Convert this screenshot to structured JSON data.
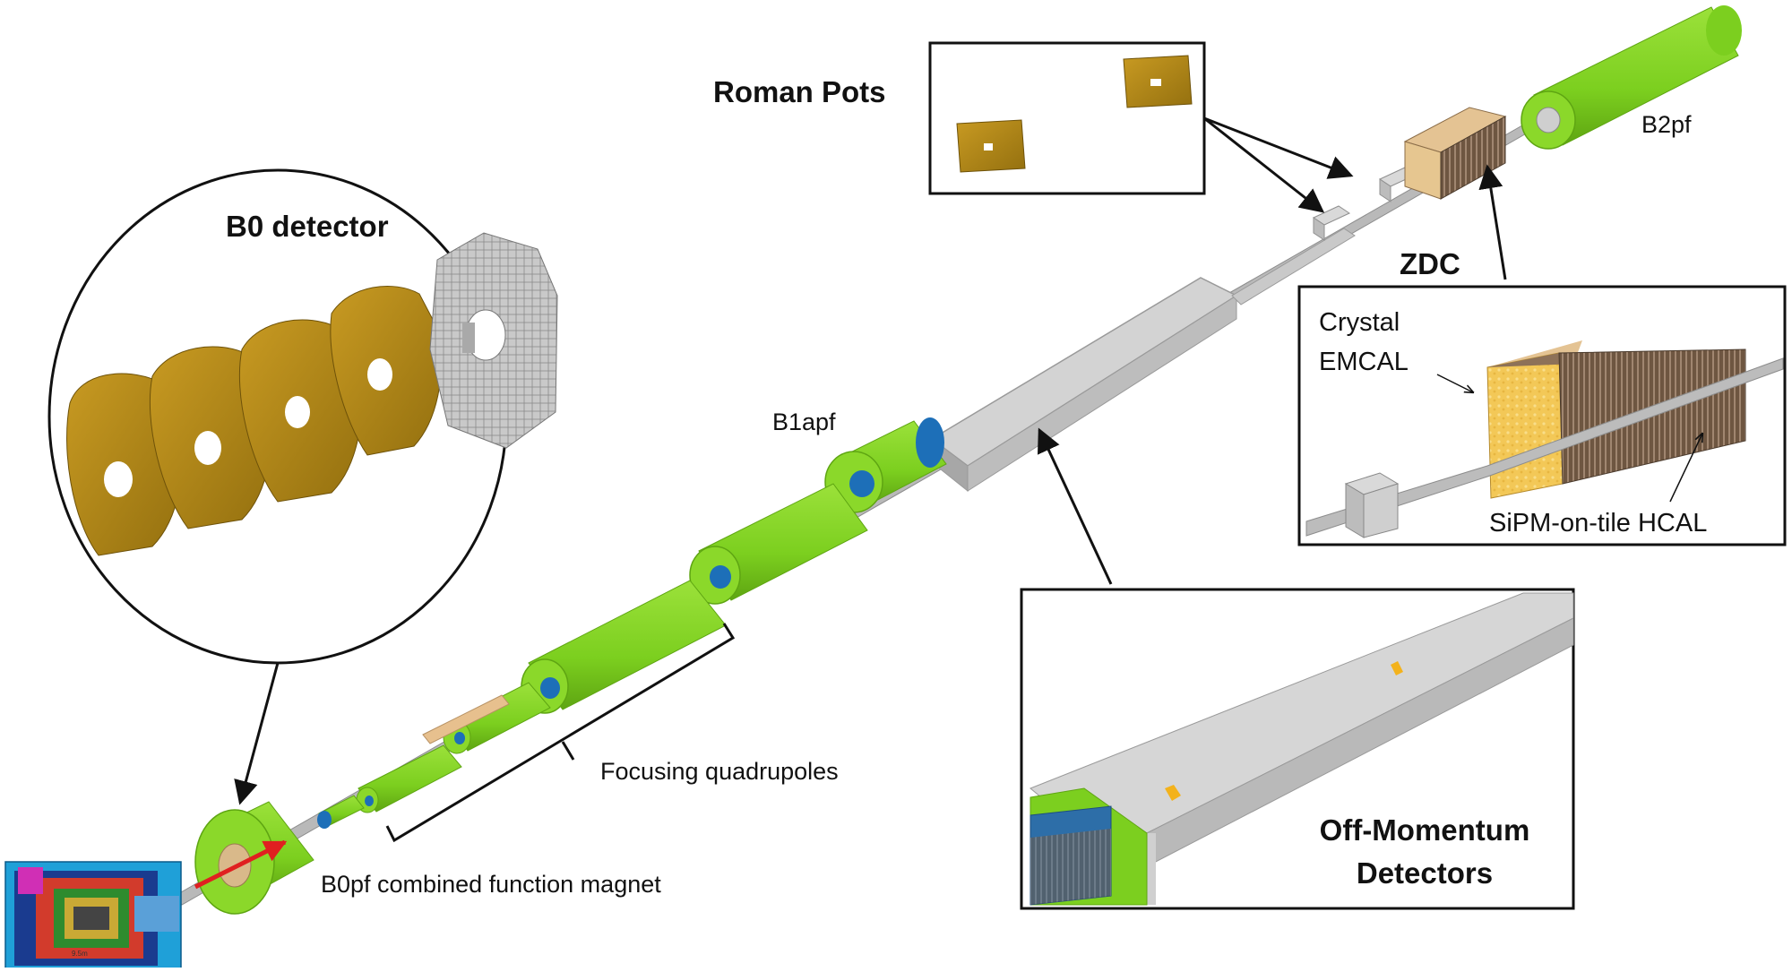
{
  "labels": {
    "roman_pots": "Roman Pots",
    "b2pf": "B2pf",
    "b0_detector": "B0 detector",
    "zdc": "ZDC",
    "crystal": "Crystal",
    "emcal": "EMCAL",
    "b1apf": "B1apf",
    "sipm_hcal": "SiPM-on-tile HCAL",
    "focusing_quadrupoles": "Focusing quadrupoles",
    "off_momentum_line1": "Off-Momentum",
    "off_momentum_line2": "Detectors",
    "b0pf_magnet": "B0pf combined function magnet",
    "scale_bar": "9.5m"
  },
  "colors": {
    "magnet_green": "#7ccf1f",
    "magnet_green_dark": "#5ea512",
    "beam_blue": "#1d6fb8",
    "pipe_gray": "#c8c8c8",
    "pipe_gray_dark": "#9e9e9e",
    "detector_gold": "#a67c14",
    "detector_gold_light": "#c89a22",
    "crystal_yellow": "#f3c857",
    "hcal_brown": "#6e5641",
    "frame_black": "#111111",
    "arrow_red": "#e02020"
  }
}
